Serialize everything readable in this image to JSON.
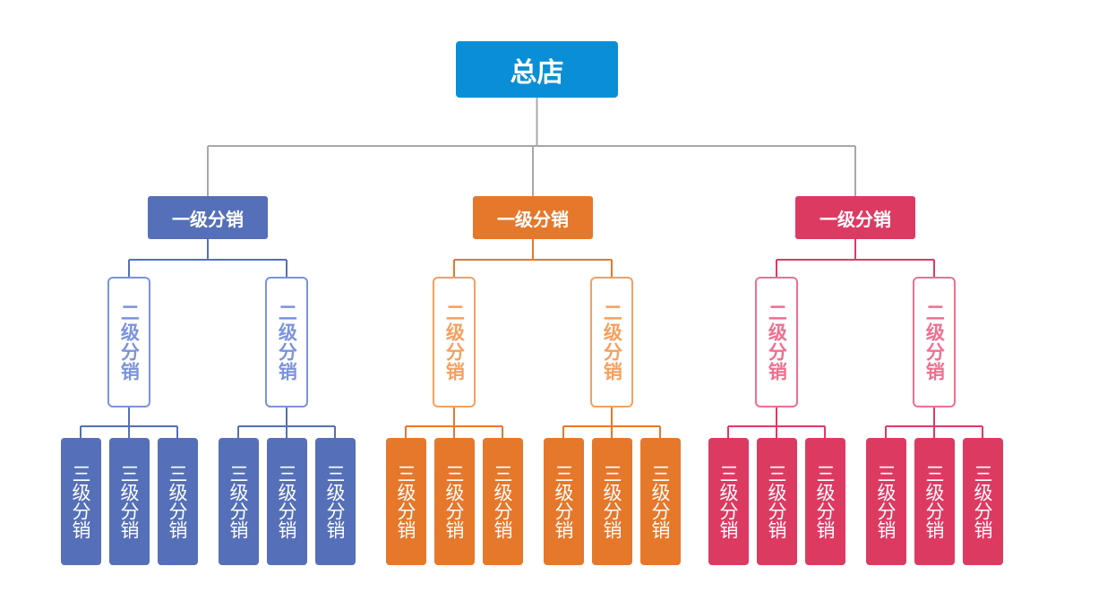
{
  "diagram": {
    "root": {
      "label": "总店",
      "color": "#0a8fd6"
    },
    "connector_color": "#a8a8a8",
    "branches": [
      {
        "label": "一级分销",
        "color": "#5570b8",
        "light_color": "#7a93de",
        "children": [
          {
            "label": "二级分销",
            "children": [
              "三级分销",
              "三级分销",
              "三级分销"
            ]
          },
          {
            "label": "二级分销",
            "children": [
              "三级分销",
              "三级分销",
              "三级分销"
            ]
          }
        ]
      },
      {
        "label": "一级分销",
        "color": "#e6782b",
        "light_color": "#f5a05f",
        "children": [
          {
            "label": "二级分销",
            "children": [
              "三级分销",
              "三级分销",
              "三级分销"
            ]
          },
          {
            "label": "二级分销",
            "children": [
              "三级分销",
              "三级分销",
              "三级分销"
            ]
          }
        ]
      },
      {
        "label": "一级分销",
        "color": "#dd3a62",
        "light_color": "#ef6f8f",
        "children": [
          {
            "label": "二级分销",
            "children": [
              "三级分销",
              "三级分销",
              "三级分销"
            ]
          },
          {
            "label": "二级分销",
            "children": [
              "三级分销",
              "三级分销",
              "三级分销"
            ]
          }
        ]
      }
    ]
  }
}
